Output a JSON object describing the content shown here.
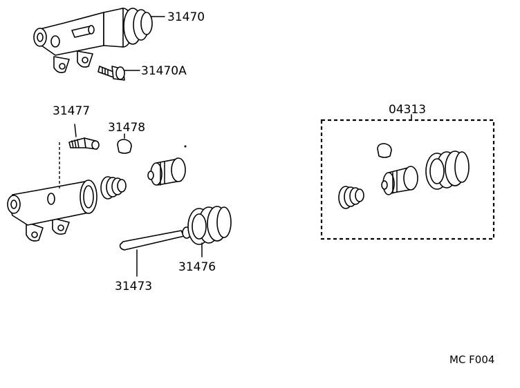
{
  "parts": {
    "p31470": "31470",
    "p31470A": "31470A",
    "p31477": "31477",
    "p31478": "31478",
    "p31473": "31473",
    "p31476": "31476",
    "p04313": "04313"
  },
  "footer_code": "MC F004"
}
